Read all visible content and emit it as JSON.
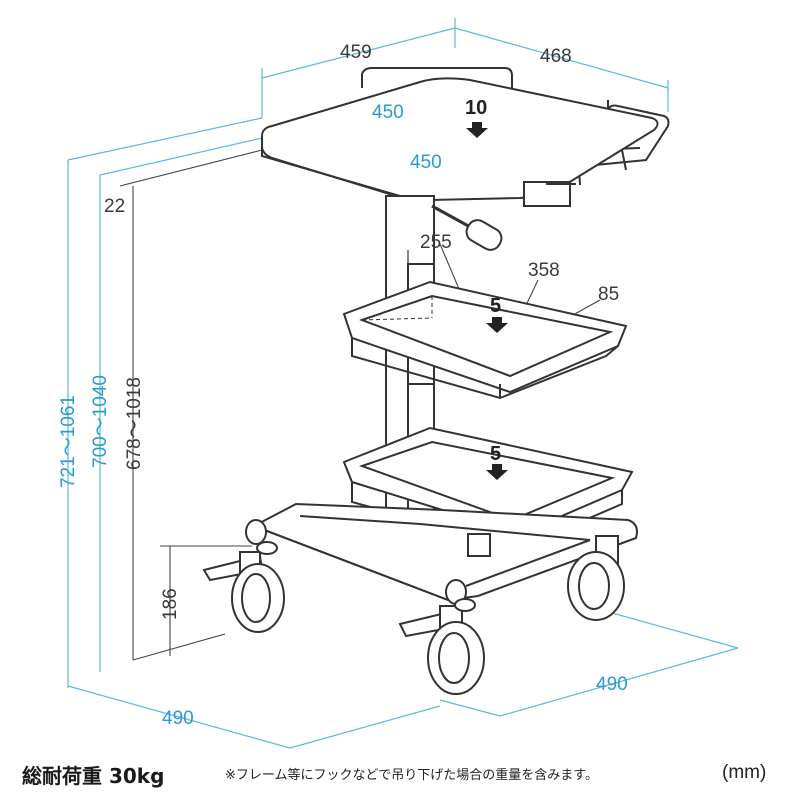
{
  "title": "",
  "dimensions": {
    "top_depth": "459",
    "top_width": "468",
    "inner_depth": "450",
    "inner_width": "450",
    "rim": "22",
    "tray_depth": "255",
    "tray_width": "358",
    "tray_height": "85",
    "total_height_1": "721～1061",
    "total_height_2": "700～1040",
    "total_height_3": "678～1018",
    "lower_height": "186",
    "base_depth": "490",
    "base_width": "490"
  },
  "loads": {
    "top": "10",
    "upper_tray": "5",
    "lower_tray": "5"
  },
  "footer": {
    "capacity": "総耐荷重 30kg",
    "note": "※フレーム等にフックなどで吊り下げた場合の重量を含みます。",
    "unit": "(mm)"
  },
  "colors": {
    "dimension_lines": "#5cb8e0",
    "dimension_text": "#2a9bd0",
    "outline": "#333333"
  }
}
